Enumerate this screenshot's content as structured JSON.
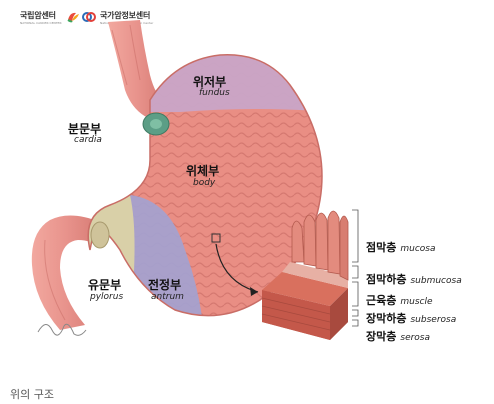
{
  "header": {
    "logo1_name": "국립암센터",
    "logo1_sub": "NATIONAL CANCER CENTER",
    "logo2_name": "국가암정보센터",
    "logo2_sub": "National Cancer Information Center"
  },
  "labels": {
    "fundus_ko": "위저부",
    "fundus_en": "fundus",
    "cardia_ko": "분문부",
    "cardia_en": "cardia",
    "body_ko": "위체부",
    "body_en": "body",
    "pylorus_ko": "유문부",
    "pylorus_en": "pylorus",
    "antrum_ko": "전정부",
    "antrum_en": "antrum"
  },
  "layers": [
    {
      "ko": "점막층",
      "en": "mucosa"
    },
    {
      "ko": "점막하층",
      "en": "submucosa"
    },
    {
      "ko": "근육층",
      "en": "muscle"
    },
    {
      "ko": "장막하층",
      "en": "subserosa"
    },
    {
      "ko": "장막층",
      "en": "serosa"
    }
  ],
  "caption": "위의 구조",
  "colors": {
    "fundus": "#c9a5c7",
    "cardia": "#5c9e86",
    "body": "#e98e84",
    "antrum": "#a3a2d0",
    "pylorus": "#d9d0a8",
    "tube": "#e8938c",
    "tissue": "#d9705e"
  }
}
